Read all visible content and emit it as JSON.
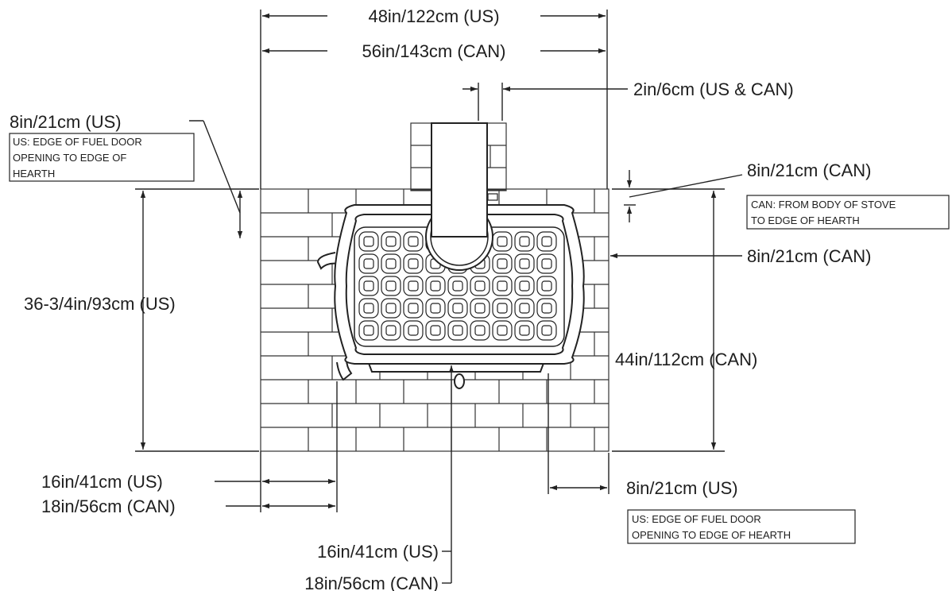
{
  "dimensions": {
    "width_us": "48in/122cm (US)",
    "width_can": "56in/143cm (CAN)",
    "flue": "2in/6cm (US & CAN)",
    "left_us": "8in/21cm (US)",
    "left_us_note": [
      "US: EDGE OF FUEL DOOR",
      "OPENING TO EDGE OF",
      "HEARTH"
    ],
    "rear_can": "8in/21cm (CAN)",
    "rear_can_note": [
      "CAN: FROM BODY OF STOVE",
      "TO EDGE OF HEARTH"
    ],
    "side_can": "8in/21cm (CAN)",
    "depth_us": "36-3/4in/93cm (US)",
    "depth_can": "44in/112cm (CAN)",
    "bl_us": "16in/41cm (US)",
    "bl_can": "18in/56cm (CAN)",
    "right_us": "8in/21cm (US)",
    "right_us_note": [
      "US: EDGE OF FUEL DOOR",
      "OPENING TO EDGE OF HEARTH"
    ],
    "front_us": "16in/41cm (US)",
    "front_can": "18in/56cm (CAN)"
  }
}
